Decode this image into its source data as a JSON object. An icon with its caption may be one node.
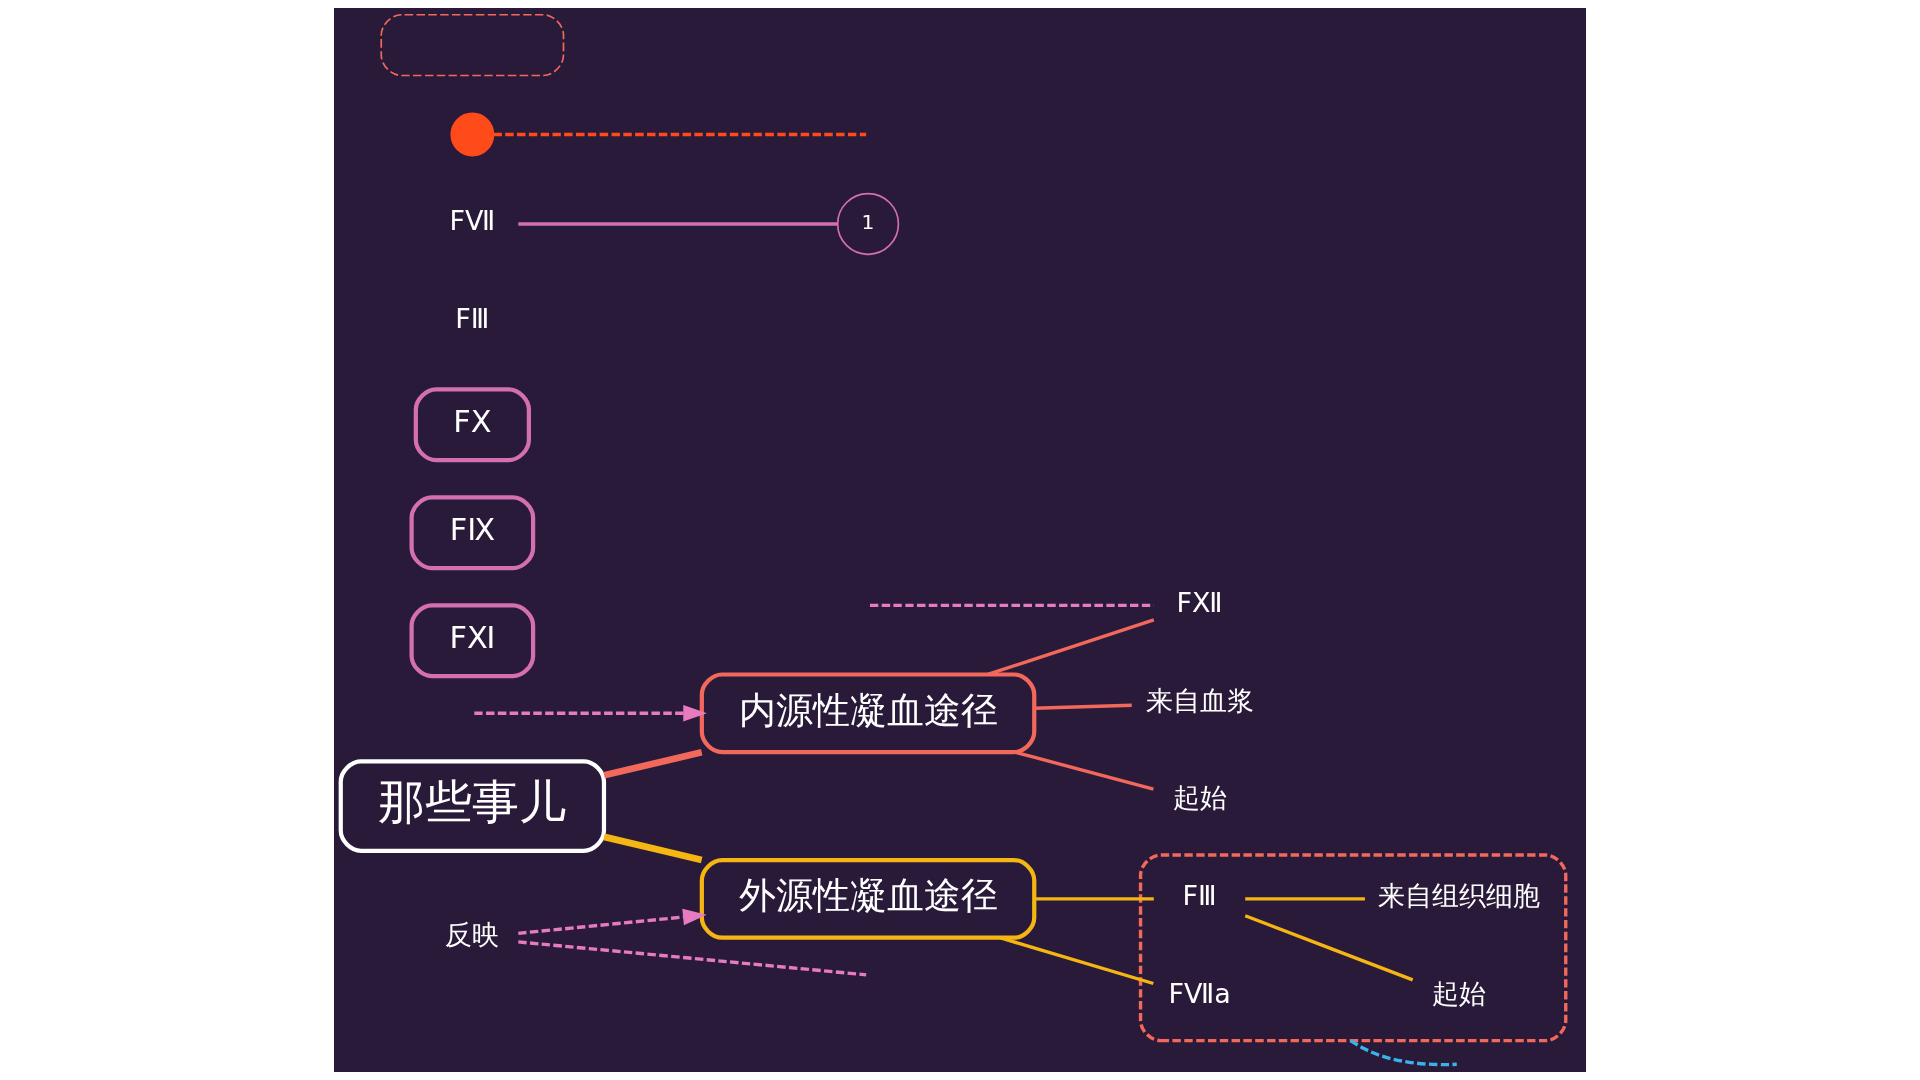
{
  "diagram": {
    "nodes": [
      {
        "text": [
          "那些事儿"
        ]
      },
      {
        "text": [
          "内源性凝血途径"
        ]
      },
      {
        "text": [
          "外源性凝血途径"
        ]
      },
      {
        "text": [
          "FⅫ"
        ]
      },
      {
        "text": [
          "来自血浆"
        ]
      },
      {
        "text": [
          "起始"
        ]
      },
      {
        "text": [],
        "shape": "box"
      },
      {
        "text": [
          "FⅢ"
        ],
        "in": 6
      },
      {
        "text": [
          "FⅦa"
        ],
        "in": 6
      },
      {
        "text": [
          "起始"
        ],
        "in": 6
      },
      {
        "text": [
          "来自组织细胞"
        ],
        "in": 6
      },
      {
        "text": [
          "FⅪ"
        ]
      },
      {
        "text": [
          "FⅨ"
        ]
      },
      {
        "text": [
          "FX"
        ]
      },
      {
        "text": [
          "FⅢ"
        ]
      },
      {
        "text": [
          "FⅦ"
        ]
      },
      {
        "text": [
          "1"
        ]
      },
      {
        "text": [
          "反映"
        ]
      },
      {
        "text": [],
        "shape": "circle"
      },
      {
        "text": [],
        "shape": "box"
      }
    ],
    "edges": [
      {
        "from": 0,
        "to": 1,
        "arrow": "none",
        "color": "#f2695c",
        "style": "thick"
      },
      {
        "from": 0,
        "to": 2,
        "arrow": "none",
        "color": "#f5b512",
        "style": "thick"
      },
      {
        "from": 1,
        "to": 3,
        "arrow": "none",
        "color": "#f2695c"
      },
      {
        "from": 1,
        "to": 4,
        "arrow": "none",
        "color": "#f2695c"
      },
      {
        "from": 1,
        "to": 5,
        "arrow": "none",
        "color": "#f2695c"
      },
      {
        "from": 2,
        "to": 7,
        "arrow": "none",
        "color": "#f5b512"
      },
      {
        "from": 2,
        "to": 8,
        "arrow": "none",
        "color": "#f5b512"
      },
      {
        "from": 7,
        "to": 9,
        "arrow": "none",
        "color": "#f5b512"
      },
      {
        "from": 7,
        "to": 10,
        "arrow": "none",
        "color": "#f5b512"
      },
      {
        "from": 15,
        "to": 16,
        "arrow": "none",
        "color": "#d46fb0"
      },
      {
        "from": null,
        "to": 1,
        "arrow": "to",
        "style": "dashed",
        "color": "#e77bc0"
      },
      {
        "from": 17,
        "to": 2,
        "arrow": "to",
        "style": "dashed",
        "color": "#e77bc0"
      },
      {
        "from": 17,
        "to": null,
        "arrow": "none",
        "style": "dashed",
        "color": "#e77bc0"
      },
      {
        "from": null,
        "to": 3,
        "arrow": "none",
        "style": "dashed",
        "color": "#e77bc0"
      },
      {
        "from": 18,
        "to": null,
        "arrow": "none",
        "style": "dashed",
        "color": "#ff4a1a"
      },
      {
        "from": 6,
        "to": null,
        "arrow": "none",
        "style": "dashed",
        "color": "#3ab4e8"
      }
    ]
  }
}
